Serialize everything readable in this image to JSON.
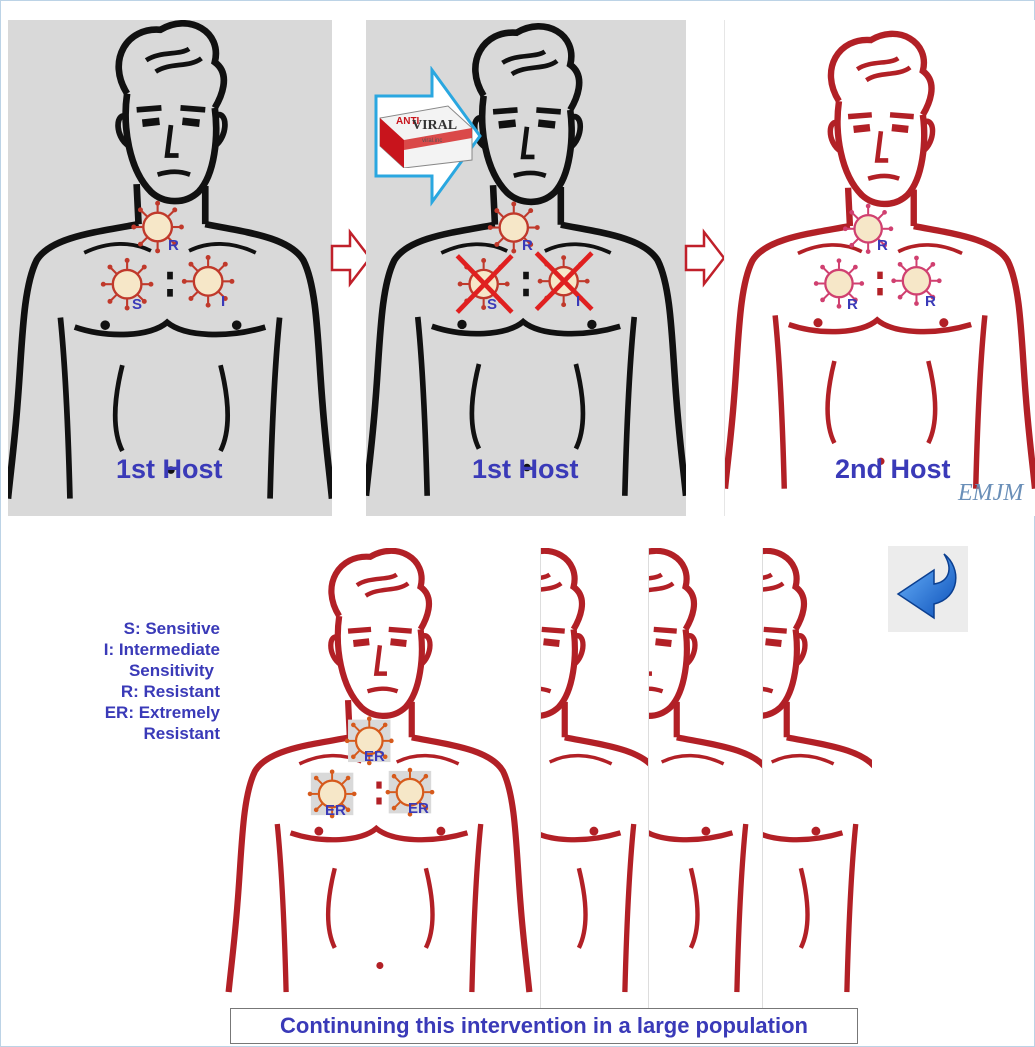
{
  "panels": {
    "host1": {
      "label": "1st Host"
    },
    "host1_treated": {
      "label": "1st Host"
    },
    "host2": {
      "label": "2nd Host"
    }
  },
  "virus_labels": {
    "sensitive": "S",
    "intermediate": "I",
    "resistant": "R",
    "extremely_resistant": "ER"
  },
  "drug": {
    "line1": "ANTI",
    "line2": "VIRAL",
    "small": "viral.inc"
  },
  "signature": "EMJM",
  "legend": [
    "S: Sensitive",
    "I: Intermediate",
    "Sensitivity",
    "R: Resistant",
    "ER: Extremely",
    "Resistant"
  ],
  "caption": "Continuning this intervention in a large population",
  "colors": {
    "black_outline": "#111111",
    "red_outline": "#b22026",
    "panel_gray": "#d9d9d9",
    "label_blue": "#3a3ab8",
    "arrow_blue": "#2aa7e0",
    "return_arrow": "#1a6fd6"
  },
  "icons": [
    "flow-arrow-icon",
    "return-arrow-icon",
    "antiviral-box-icon",
    "virus-icon",
    "cross-out-icon"
  ]
}
